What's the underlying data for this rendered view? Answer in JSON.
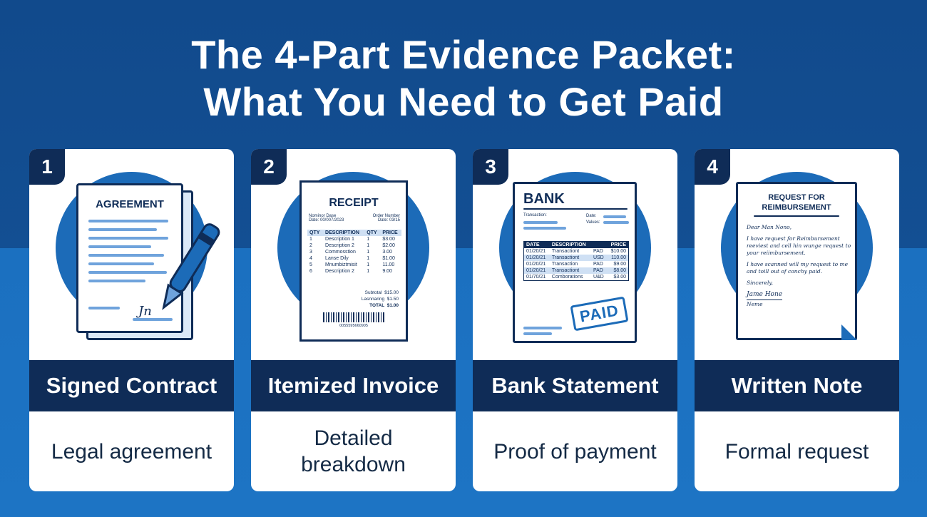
{
  "title": {
    "line1": "The 4-Part Evidence Packet:",
    "line2": "What You Need to Get Paid"
  },
  "colors": {
    "navy": "#0f2c57",
    "blue": "#1c6bb8",
    "light_blue": "#6fa3dc"
  },
  "cards": [
    {
      "number": "1",
      "heading": "Signed Contract",
      "description": "Legal agreement",
      "icon": "signed-contract-icon",
      "doc": {
        "title": "AGREEMENT"
      }
    },
    {
      "number": "2",
      "heading": "Itemized Invoice",
      "description": "Detailed breakdown",
      "icon": "receipt-icon",
      "doc": {
        "title": "RECEIPT",
        "left_meta_1": "Nominor Dase",
        "left_meta_2": "Date: 00/007/2023",
        "right_meta_1": "Order Number",
        "right_meta_2": "Date: 03/15",
        "columns": [
          "QTY",
          "DESCRIPTION",
          "QTY",
          "PRICE"
        ],
        "rows": [
          [
            "1",
            "Description 1",
            "1",
            "$3.00"
          ],
          [
            "2",
            "Description 2",
            "1",
            "$2.00"
          ],
          [
            "3",
            "Commosstion",
            "1",
            "3.00"
          ],
          [
            "4",
            "Lanse Dily",
            "1",
            "$1.00"
          ],
          [
            "5",
            "Mnumbiztmisit",
            "1",
            "11.00"
          ],
          [
            "6",
            "Description 2",
            "1",
            "9.00"
          ]
        ],
        "subtotal_label": "Subtotal",
        "subtotal_value": "$15.00",
        "tax_label": "Lasnnaring",
        "tax_value": "$1.50",
        "total_label": "TOTAL",
        "total_value": "$1.00",
        "barcode_number": "0055595660905"
      }
    },
    {
      "number": "3",
      "heading": "Bank Statement",
      "description": "Proof of payment",
      "icon": "bank-statement-icon",
      "doc": {
        "title": "BANK",
        "field_1": "Transaction:",
        "field_2": "Date:",
        "field_3": "Values:",
        "columns": [
          "DATE",
          "DESCRIPTION",
          "",
          "PRICE"
        ],
        "rows": [
          [
            "01/20/21",
            "Transactiont",
            "PAD",
            "$10.00"
          ],
          [
            "01/20/21",
            "Transactiont",
            "USD",
            "110.00"
          ],
          [
            "01/20/21",
            "Transaction",
            "PAD",
            "$9.00"
          ],
          [
            "01/20/21",
            "Transactiont",
            "PAD",
            "$8.00"
          ],
          [
            "01/70/21",
            "Comborations",
            "U&D",
            "$3.00"
          ]
        ],
        "stamp": "PAID"
      }
    },
    {
      "number": "4",
      "heading": "Written Note",
      "description": "Formal request",
      "icon": "written-note-icon",
      "doc": {
        "title_1": "REQUEST FOR",
        "title_2": "REIMBURSEMENT",
        "greeting": "Dear Man Nono,",
        "para_1": "I have request for Reimbursement reeviest and cell hin wunge request to your reiimbursement.",
        "para_2": "I have scanned will my request to me and toill out of conchy paid.",
        "closing": "Sincerely,",
        "signature": "Jame Hone",
        "name": "Neme"
      }
    }
  ]
}
